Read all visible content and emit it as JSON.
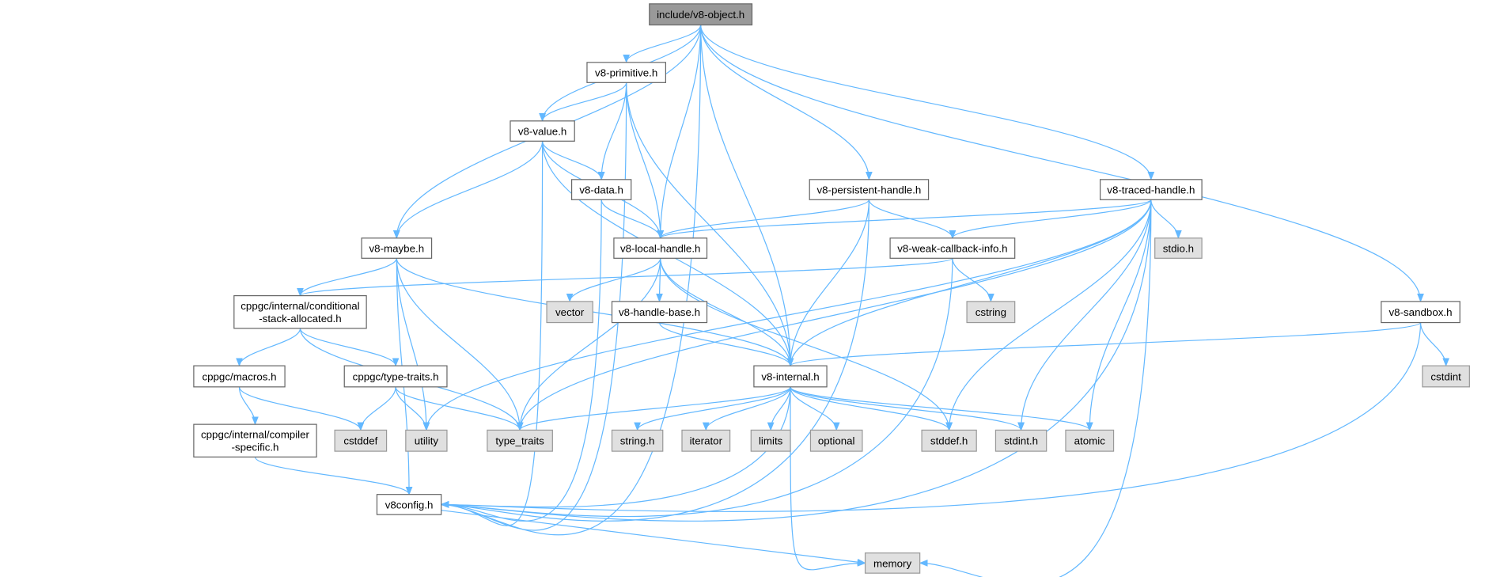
{
  "title": "include/v8-object.h",
  "colors": {
    "edge": "#63b8ff",
    "root_fill": "#999999",
    "system_fill": "#e0e0e0",
    "node_fill": "#ffffff",
    "node_stroke": "#666666",
    "system_stroke": "#999999"
  },
  "nodes": [
    {
      "id": "obj",
      "label": "include/v8-object.h",
      "kind": "root"
    },
    {
      "id": "prim",
      "label": "v8-primitive.h",
      "kind": "file"
    },
    {
      "id": "val",
      "label": "v8-value.h",
      "kind": "file"
    },
    {
      "id": "data",
      "label": "v8-data.h",
      "kind": "file"
    },
    {
      "id": "maybe",
      "label": "v8-maybe.h",
      "kind": "file"
    },
    {
      "id": "local",
      "label": "v8-local-handle.h",
      "kind": "file"
    },
    {
      "id": "pers",
      "label": "v8-persistent-handle.h",
      "kind": "file"
    },
    {
      "id": "traced",
      "label": "v8-traced-handle.h",
      "kind": "file"
    },
    {
      "id": "weak",
      "label": "v8-weak-callback-info.h",
      "kind": "file"
    },
    {
      "id": "stdio",
      "label": "stdio.h",
      "kind": "system"
    },
    {
      "id": "cond",
      "label": "cppgc/internal/conditional\n-stack-allocated.h",
      "kind": "file"
    },
    {
      "id": "vector",
      "label": "vector",
      "kind": "system"
    },
    {
      "id": "hbase",
      "label": "v8-handle-base.h",
      "kind": "file"
    },
    {
      "id": "cstring",
      "label": "cstring",
      "kind": "system"
    },
    {
      "id": "sandbox",
      "label": "v8-sandbox.h",
      "kind": "file"
    },
    {
      "id": "macros",
      "label": "cppgc/macros.h",
      "kind": "file"
    },
    {
      "id": "ttraits",
      "label": "cppgc/type-traits.h",
      "kind": "file"
    },
    {
      "id": "internal",
      "label": "v8-internal.h",
      "kind": "file"
    },
    {
      "id": "cstdint",
      "label": "cstdint",
      "kind": "system"
    },
    {
      "id": "compiler",
      "label": "cppgc/internal/compiler\n-specific.h",
      "kind": "file"
    },
    {
      "id": "cstddef",
      "label": "cstddef",
      "kind": "system"
    },
    {
      "id": "utility",
      "label": "utility",
      "kind": "system"
    },
    {
      "id": "type_traits",
      "label": "type_traits",
      "kind": "system"
    },
    {
      "id": "stringh",
      "label": "string.h",
      "kind": "system"
    },
    {
      "id": "iterator",
      "label": "iterator",
      "kind": "system"
    },
    {
      "id": "limits",
      "label": "limits",
      "kind": "system"
    },
    {
      "id": "optional",
      "label": "optional",
      "kind": "system"
    },
    {
      "id": "stddef",
      "label": "stddef.h",
      "kind": "system"
    },
    {
      "id": "stdint",
      "label": "stdint.h",
      "kind": "system"
    },
    {
      "id": "atomic",
      "label": "atomic",
      "kind": "system"
    },
    {
      "id": "v8config",
      "label": "v8config.h",
      "kind": "file"
    },
    {
      "id": "memory",
      "label": "memory",
      "kind": "system"
    }
  ],
  "edges": [
    [
      "obj",
      "prim"
    ],
    [
      "obj",
      "val"
    ],
    [
      "obj",
      "maybe"
    ],
    [
      "obj",
      "local"
    ],
    [
      "obj",
      "internal"
    ],
    [
      "obj",
      "pers"
    ],
    [
      "obj",
      "traced"
    ],
    [
      "obj",
      "sandbox"
    ],
    [
      "obj",
      "v8config"
    ],
    [
      "prim",
      "val"
    ],
    [
      "prim",
      "data"
    ],
    [
      "prim",
      "local"
    ],
    [
      "prim",
      "internal"
    ],
    [
      "prim",
      "v8config"
    ],
    [
      "val",
      "data"
    ],
    [
      "val",
      "local"
    ],
    [
      "val",
      "maybe"
    ],
    [
      "val",
      "internal"
    ],
    [
      "val",
      "v8config"
    ],
    [
      "data",
      "local"
    ],
    [
      "data",
      "v8config"
    ],
    [
      "local",
      "vector"
    ],
    [
      "local",
      "hbase"
    ],
    [
      "local",
      "internal"
    ],
    [
      "local",
      "type_traits"
    ],
    [
      "local",
      "stddef"
    ],
    [
      "maybe",
      "cond"
    ],
    [
      "maybe",
      "internal"
    ],
    [
      "maybe",
      "type_traits"
    ],
    [
      "maybe",
      "utility"
    ],
    [
      "maybe",
      "v8config"
    ],
    [
      "pers",
      "local"
    ],
    [
      "pers",
      "weak"
    ],
    [
      "pers",
      "internal"
    ],
    [
      "pers",
      "v8config"
    ],
    [
      "traced",
      "local"
    ],
    [
      "traced",
      "weak"
    ],
    [
      "traced",
      "stdio"
    ],
    [
      "traced",
      "internal"
    ],
    [
      "traced",
      "atomic"
    ],
    [
      "traced",
      "stddef"
    ],
    [
      "traced",
      "stdint"
    ],
    [
      "traced",
      "memory"
    ],
    [
      "traced",
      "v8config"
    ],
    [
      "traced",
      "type_traits"
    ],
    [
      "traced",
      "utility"
    ],
    [
      "weak",
      "cond"
    ],
    [
      "weak",
      "cstring"
    ],
    [
      "weak",
      "v8config"
    ],
    [
      "sandbox",
      "internal"
    ],
    [
      "sandbox",
      "cstdint"
    ],
    [
      "sandbox",
      "v8config"
    ],
    [
      "cond",
      "macros"
    ],
    [
      "cond",
      "ttraits"
    ],
    [
      "cond",
      "type_traits"
    ],
    [
      "macros",
      "compiler"
    ],
    [
      "macros",
      "cstddef"
    ],
    [
      "ttraits",
      "cstddef"
    ],
    [
      "ttraits",
      "utility"
    ],
    [
      "ttraits",
      "type_traits"
    ],
    [
      "compiler",
      "v8config"
    ],
    [
      "hbase",
      "internal"
    ],
    [
      "internal",
      "type_traits"
    ],
    [
      "internal",
      "stringh"
    ],
    [
      "internal",
      "iterator"
    ],
    [
      "internal",
      "limits"
    ],
    [
      "internal",
      "optional"
    ],
    [
      "internal",
      "stddef"
    ],
    [
      "internal",
      "stdint"
    ],
    [
      "internal",
      "atomic"
    ],
    [
      "internal",
      "memory"
    ],
    [
      "internal",
      "v8config"
    ],
    [
      "v8config",
      "memory"
    ]
  ]
}
